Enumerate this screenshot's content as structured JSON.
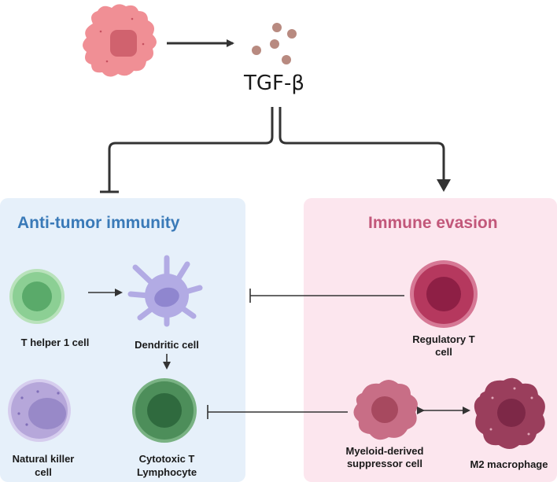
{
  "signal": {
    "label": "TGF-β"
  },
  "panels": {
    "left": {
      "title": "Anti-tumor immunity",
      "title_color": "#3a7ab8",
      "background": "#e6f0fa"
    },
    "right": {
      "title": "Immune evasion",
      "title_color": "#c2577a",
      "background": "#fce6ee"
    }
  },
  "cells": {
    "th1": {
      "label": "T helper 1 cell",
      "icon": "t-helper-cell-icon"
    },
    "dendritic": {
      "label": "Dendritic cell",
      "icon": "dendritic-cell-icon"
    },
    "treg": {
      "label_line1": "Regulatory T",
      "label_line2": "cell",
      "icon": "regulatory-t-cell-icon"
    },
    "nk": {
      "label_line1": "Natural killer",
      "label_line2": "cell",
      "icon": "nk-cell-icon"
    },
    "ctl": {
      "label_line1": "Cytotoxic T",
      "label_line2": "Lymphocyte",
      "icon": "cytotoxic-t-cell-icon"
    },
    "mdsc": {
      "label_line1": "Myeloid-derived",
      "label_line2": "suppressor cell",
      "icon": "mdsc-icon"
    },
    "m2": {
      "label": "M2 macrophage",
      "icon": "m2-macrophage-icon"
    }
  },
  "colors": {
    "arrow": "#333333",
    "tumor": "#f08f95",
    "tgf_particle": "#b88a80",
    "th1": "#8ccf94",
    "dendritic": "#b2abe4",
    "treg": "#b5385e",
    "nk": "#b6a7da",
    "ctl": "#4d8e5a",
    "mdsc": "#c86e86",
    "m2": "#9a3e5c"
  }
}
